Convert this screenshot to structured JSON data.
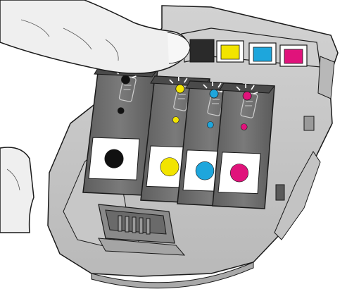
{
  "illustration": {
    "subject": "printer-ink-cartridge-installation",
    "cartridges": [
      {
        "name": "black",
        "color": "#111111",
        "led": "on"
      },
      {
        "name": "yellow",
        "color": "#f2e400",
        "led": "on"
      },
      {
        "name": "cyan",
        "color": "#1ea6dc",
        "led": "on"
      },
      {
        "name": "magenta",
        "color": "#e0137b",
        "led": "on"
      }
    ],
    "slot_swatches": [
      {
        "name": "black",
        "color": "#1c1c1c"
      },
      {
        "name": "yellow",
        "color": "#f2e400"
      },
      {
        "name": "cyan",
        "color": "#1ea6dc"
      },
      {
        "name": "magenta",
        "color": "#e0137b"
      }
    ],
    "colors": {
      "carriage_light": "#d6d6d6",
      "carriage_mid": "#bdbdbd",
      "carriage_dark": "#8f8f8f",
      "cartridge_body": "#6e6e6e",
      "cartridge_top": "#3c3c3c",
      "label": "#ffffff",
      "outline": "#1a1a1a",
      "hand": "#efefef"
    },
    "action": "press-cartridge-down-into-slot"
  }
}
